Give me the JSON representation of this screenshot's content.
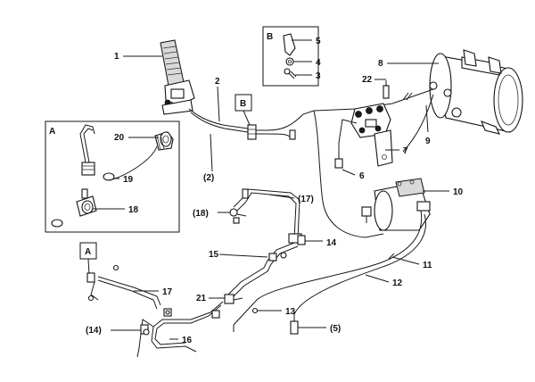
{
  "callouts": {
    "c1": "1",
    "c2": "2",
    "c2p": "(2)",
    "c3": "3",
    "c4": "4",
    "c5": "5",
    "c5p": "(5)",
    "c6": "6",
    "c7": "7",
    "c8": "8",
    "c9": "9",
    "c10": "10",
    "c11": "11",
    "c12": "12",
    "c13": "13",
    "c14": "14",
    "c14p": "(14)",
    "c15": "15",
    "c16": "16",
    "c17": "17",
    "c17p": "(17)",
    "c18": "18",
    "c18p": "(18)",
    "c19": "19",
    "c20": "20",
    "c21": "21",
    "c22": "22"
  },
  "detail_views": {
    "a_box": "A",
    "b_box": "B",
    "a_tag": "A",
    "b_tag": "B"
  }
}
